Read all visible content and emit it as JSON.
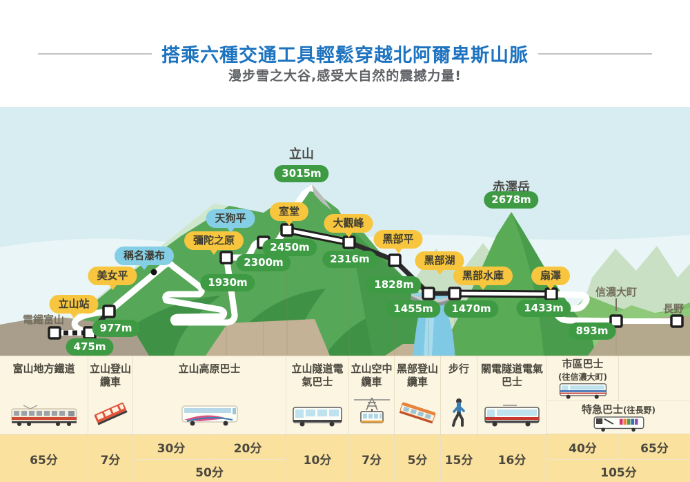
{
  "header": {
    "title": "搭乘六種交通工具輕鬆穿越北阿爾卑斯山脈",
    "subtitle": "漫步雪之大谷,感受大自然的震撼力量!"
  },
  "map": {
    "peaks": [
      {
        "name": "立山",
        "elev": "3015m"
      },
      {
        "name": "赤澤岳",
        "elev": "2678m"
      }
    ],
    "stations": {
      "dentetsu_toyama": {
        "label": "電鐵富山"
      },
      "tateyama_sta": {
        "label": "立山站",
        "elev": "475m"
      },
      "bijodaira": {
        "label": "美女平",
        "elev": "977m"
      },
      "shomyo_falls": {
        "label": "稱名瀑布"
      },
      "midagahara": {
        "label": "彌陀之原",
        "elev": "1930m"
      },
      "tengudaira": {
        "label": "天狗平",
        "elev": "2300m"
      },
      "murodo": {
        "label": "室堂",
        "elev": "2450m"
      },
      "daikanbo": {
        "label": "大觀峰",
        "elev": "2316m"
      },
      "kurobedaira": {
        "label": "黑部平",
        "elev": "1828m"
      },
      "kurobeko": {
        "label": "黑部湖",
        "elev": "1455m"
      },
      "kurobe_dam": {
        "label": "黑部水庫",
        "elev": "1470m"
      },
      "ogizawa": {
        "label": "扇澤",
        "elev": "1433m"
      },
      "shinano_omachi": {
        "label": "信濃大町",
        "elev": "893m"
      },
      "nagano": {
        "label": "長野"
      }
    }
  },
  "table": {
    "columns": [
      {
        "name": "富山地方鐵道",
        "icon": "local-train-icon",
        "time": "65分"
      },
      {
        "name": "立山登山纜車",
        "icon": "funicular-icon",
        "time": "7分"
      },
      {
        "name": "立山高原巴士",
        "icon": "highland-bus-icon",
        "time_left": "30分",
        "time_right": "20分",
        "time_total": "50分"
      },
      {
        "name": "立山隧道電氣巴士",
        "icon": "tunnel-electric-bus-icon",
        "time": "10分"
      },
      {
        "name": "立山空中纜車",
        "icon": "ropeway-icon",
        "time": "7分"
      },
      {
        "name": "黑部登山纜車",
        "icon": "cable-car-icon",
        "time": "5分"
      },
      {
        "name": "步行",
        "icon": "walking-icon",
        "time": "15分"
      },
      {
        "name": "關電隧道電氣巴士",
        "icon": "electric-bus-icon",
        "time": "16分"
      },
      {
        "name": "市區巴士",
        "name_note": "(往信濃大町)",
        "icon": "city-bus-icon",
        "express_name": "特急巴士",
        "express_note": "(往長野)",
        "express_icon": "express-bus-icon",
        "time_left": "40分",
        "time_right": "65分",
        "time_total": "105分"
      }
    ]
  },
  "colors": {
    "title_blue": "#1d73c0",
    "badge_yellow": "#f7c63e",
    "badge_blue": "#85cfe6",
    "elevation_green": "#3e9b44",
    "table_cream": "#fbf5e2",
    "table_yellow": "#fbe19e"
  }
}
